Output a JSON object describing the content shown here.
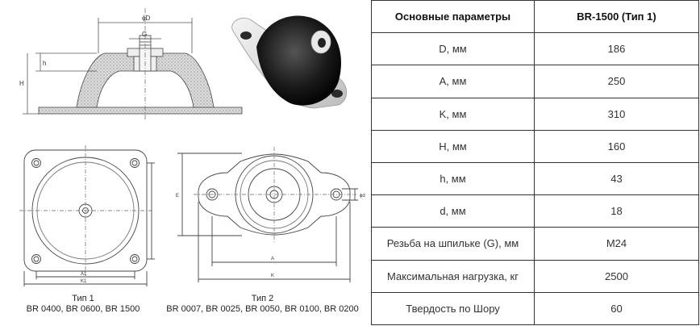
{
  "drawing": {
    "dim_d": "ϕD",
    "dim_g": "G",
    "dim_h_small": "h",
    "dim_h_big": "H",
    "dim_a": "A",
    "dim_k": "K",
    "dim_e": "E",
    "dim_d_small": "ϕd",
    "dim_a1": "A1",
    "dim_k1": "K1"
  },
  "captions": {
    "type1_title": "Тип 1",
    "type1_models": "BR 0400, BR 0600, BR 1500",
    "type2_title": "Тип 2",
    "type2_models": "BR 0007, BR 0025, BR 0050, BR 0100, BR 0200"
  },
  "table": {
    "header": {
      "param": "Основные параметры",
      "value": "BR-1500 (Тип 1)"
    },
    "rows": [
      {
        "param": "D, мм",
        "value": "186"
      },
      {
        "param": "A, мм",
        "value": "250"
      },
      {
        "param": "K, мм",
        "value": "310"
      },
      {
        "param": "H, мм",
        "value": "160"
      },
      {
        "param": "h, мм",
        "value": "43"
      },
      {
        "param": "d, мм",
        "value": "18"
      },
      {
        "param": "Резьба на шпильке (G), мм",
        "value": "M24"
      },
      {
        "param": "Максимальная нагрузка, кг",
        "value": "2500"
      },
      {
        "param": "Твердость по Шору",
        "value": "60"
      }
    ]
  }
}
